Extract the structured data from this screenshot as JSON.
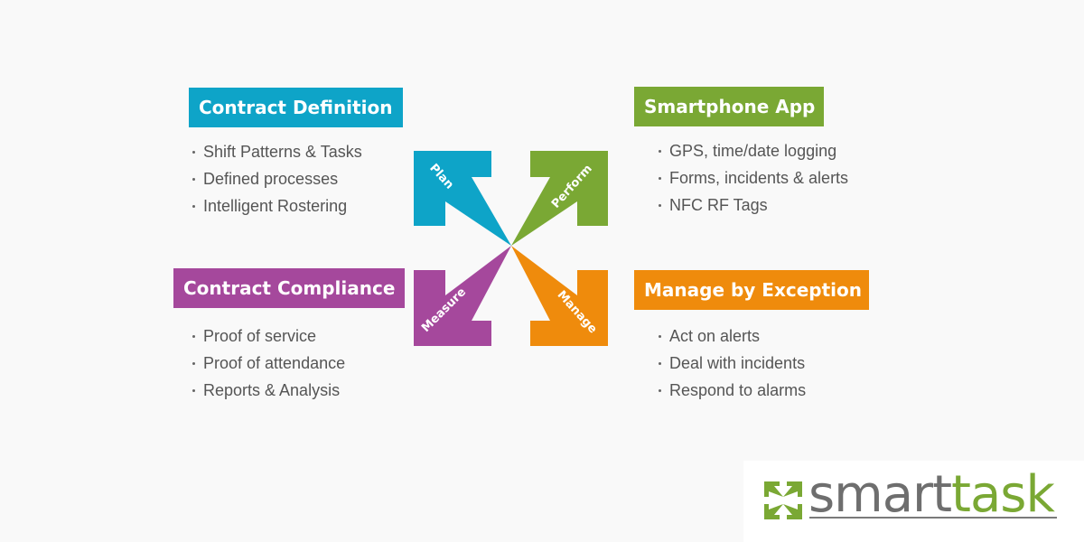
{
  "colors": {
    "blue": "#0ea4c8",
    "green": "#7aa834",
    "purple": "#a5489c",
    "orange": "#ef8b0c",
    "text_gray": "#555555",
    "logo_gray": "#6e6e6e",
    "logo_green": "#7aa834"
  },
  "sections": {
    "definition": {
      "title": "Contract Definition",
      "items": [
        "Shift Patterns & Tasks",
        "Defined processes",
        "Intelligent Rostering"
      ]
    },
    "app": {
      "title": "Smartphone App",
      "items": [
        "GPS, time/date logging",
        "Forms, incidents & alerts",
        "NFC RF Tags"
      ]
    },
    "compliance": {
      "title": "Contract Compliance",
      "items": [
        "Proof of service",
        "Proof of attendance",
        "Reports & Analysis"
      ]
    },
    "exception": {
      "title": "Manage by Exception",
      "items": [
        "Act on alerts",
        "Deal with incidents",
        "Respond to alarms"
      ]
    }
  },
  "arrows": {
    "plan": "Plan",
    "perform": "Perform",
    "measure": "Measure",
    "manage": "Manage"
  },
  "logo": {
    "part1": "smart",
    "part2": "task",
    "icon": "four-arrows-icon"
  }
}
